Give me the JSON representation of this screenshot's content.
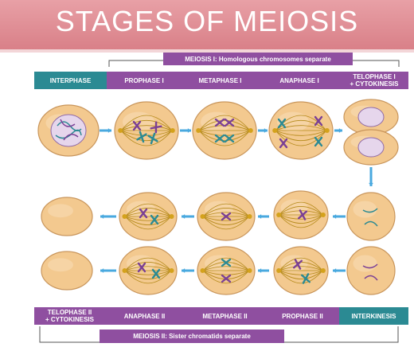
{
  "title": "STAGES OF MEIOSIS",
  "meiosis1": {
    "banner": "MEIOSIS I: Homologous chromosomes separate",
    "stages": [
      "INTERPHASE",
      "PROPHASE I",
      "METAPHASE I",
      "ANAPHASE I",
      "TELOPHASE I",
      "+ CYTOKINESIS"
    ]
  },
  "meiosis2": {
    "banner": "MEIOSIS II: Sister chromatids separate",
    "stages": [
      "TELOPHASE II",
      "+ CYTOKINESIS",
      "ANAPHASE II",
      "METAPHASE II",
      "PROPHASE II",
      "INTERKINESIS"
    ]
  },
  "colors": {
    "purple": "#8f4fa0",
    "teal": "#2b8a93",
    "arrow": "#49a9df",
    "cell": "#f3c98f",
    "title_bg": "#e0919a"
  }
}
